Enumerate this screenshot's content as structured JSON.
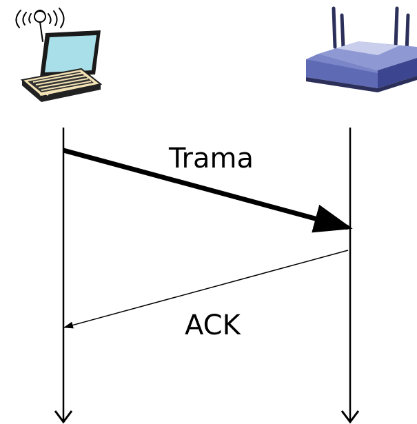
{
  "diagram": {
    "nodes": [
      {
        "id": "laptop",
        "icon": "wireless-laptop-icon"
      },
      {
        "id": "access_point",
        "icon": "wireless-access-point-icon"
      }
    ],
    "messages": [
      {
        "from": "laptop",
        "to": "access_point",
        "label": "Trama",
        "style": "thick"
      },
      {
        "from": "access_point",
        "to": "laptop",
        "label": "ACK",
        "style": "thin"
      }
    ]
  }
}
